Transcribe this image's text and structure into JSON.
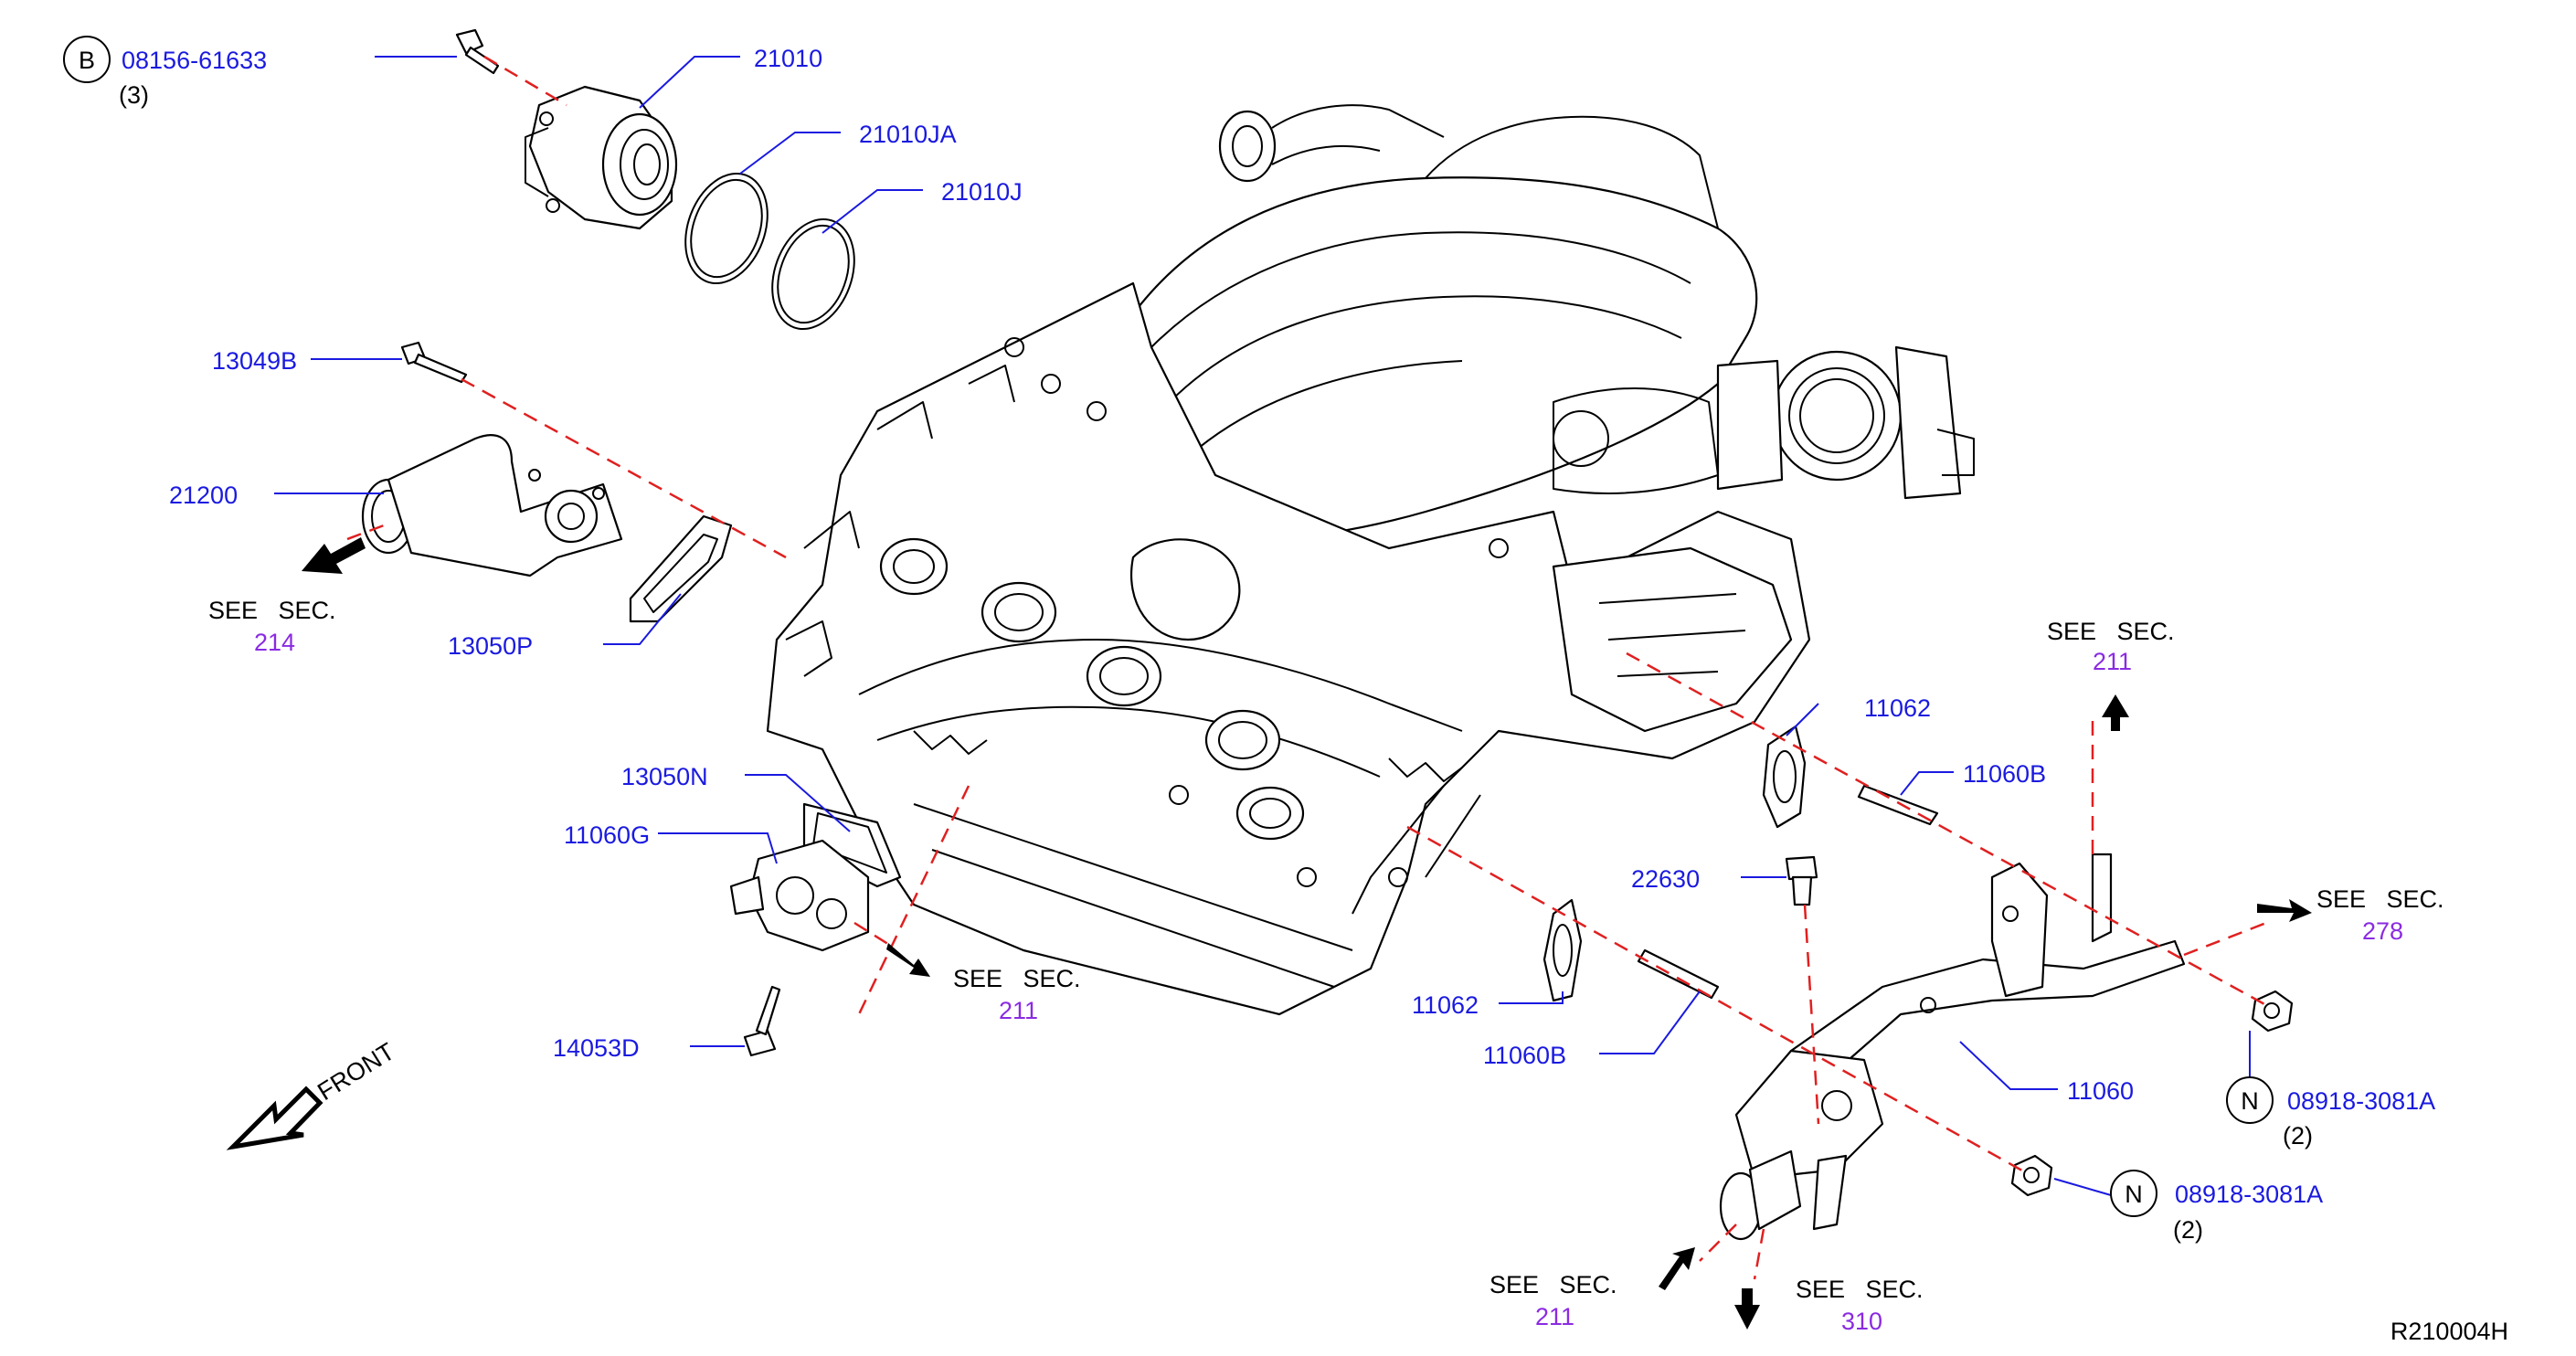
{
  "diagram_code": "R210004H",
  "front_label": "FRONT",
  "see_sec_label": "SEE   SEC.",
  "see_sec_refs": [
    "214",
    "211",
    "211",
    "278",
    "211",
    "310"
  ],
  "part_numbers": {
    "p21010": "21010",
    "p21010JA": "21010JA",
    "p21010J": "21010J",
    "p13049B": "13049B",
    "p21200": "21200",
    "p13050P": "13050P",
    "p13050N": "13050N",
    "p11060G": "11060G",
    "p14053D": "14053D",
    "p11062_upper": "11062",
    "p11060B_upper": "11060B",
    "p22630": "22630",
    "p11062_lower": "11062",
    "p11060B_lower": "11060B",
    "p11060": "11060"
  },
  "fasteners": [
    {
      "symbol": "B",
      "part_number": "08156-61633",
      "qty": "(3)"
    },
    {
      "symbol": "N",
      "part_number": "08918-3081A",
      "qty": "(2)"
    },
    {
      "symbol": "N",
      "part_number": "08918-3081A",
      "qty": "(2)"
    }
  ]
}
